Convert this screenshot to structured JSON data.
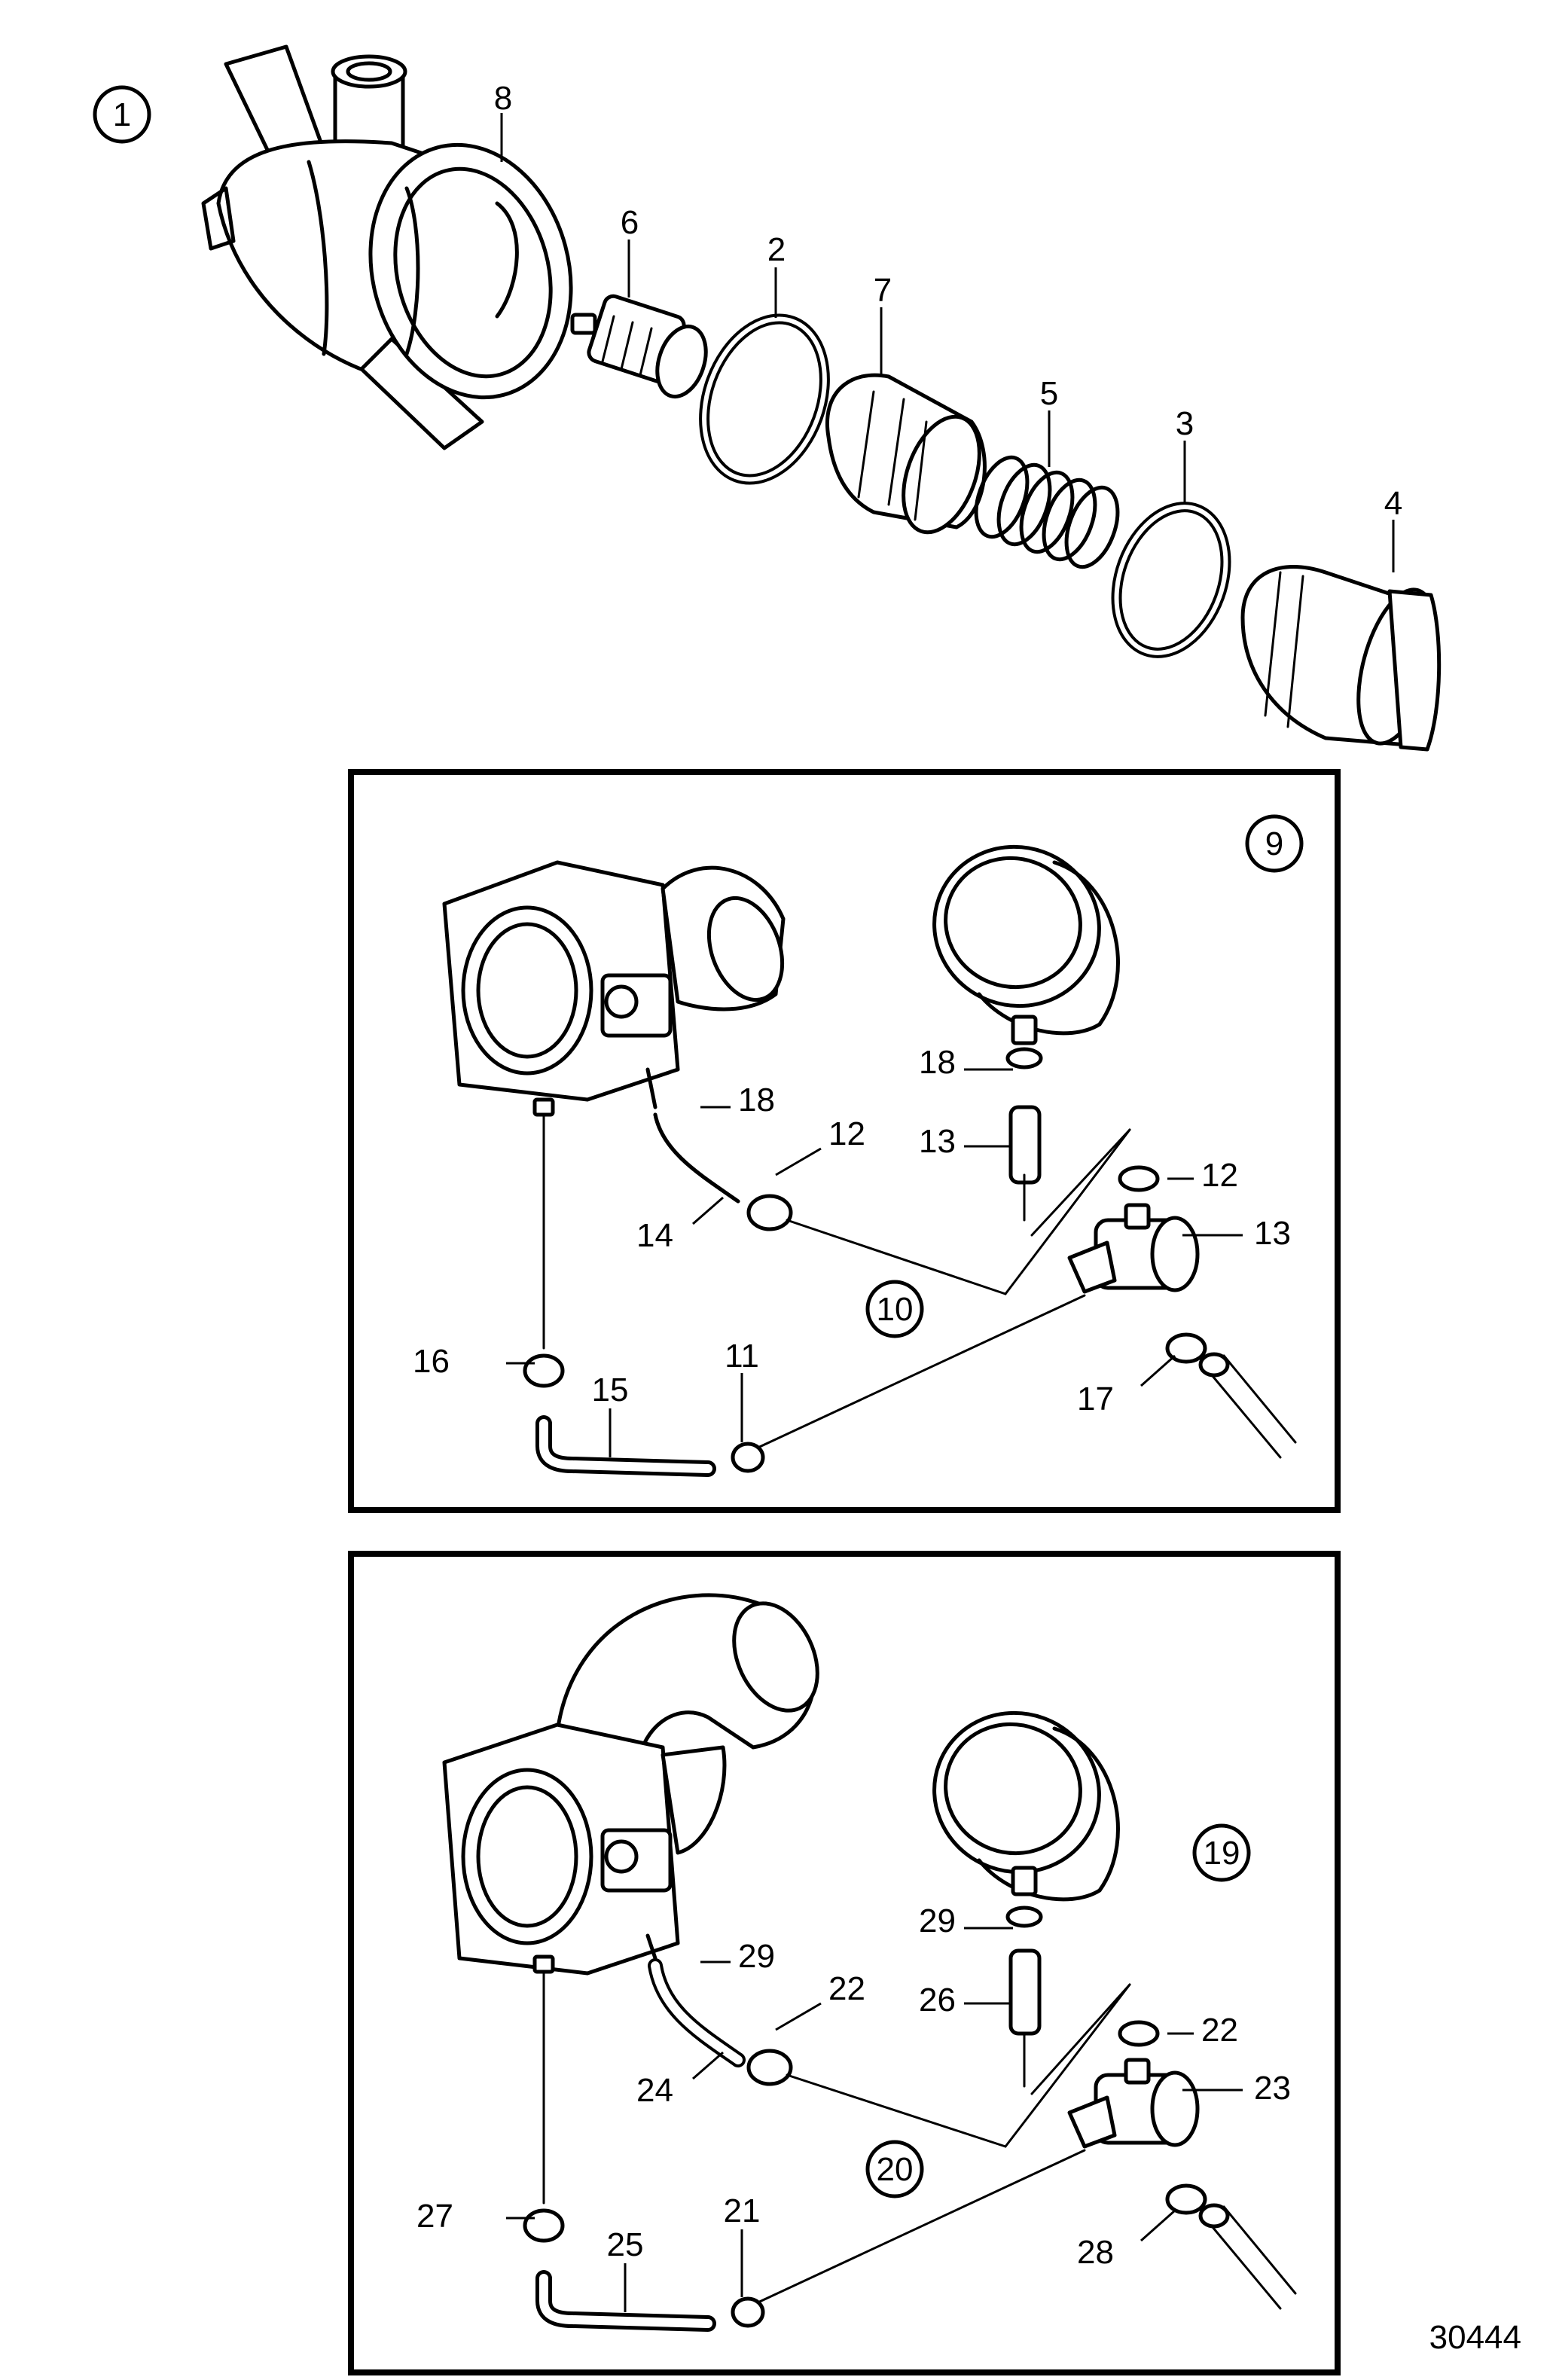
{
  "drawing_number": "30444",
  "callouts": {
    "c1": "1",
    "c2": "2",
    "c3": "3",
    "c4": "4",
    "c5": "5",
    "c6": "6",
    "c7": "7",
    "c8": "8",
    "c9": "9",
    "c10": "10",
    "c11": "11",
    "c12a": "12",
    "c12b": "12",
    "c13a": "13",
    "c13b": "13",
    "c14": "14",
    "c15": "15",
    "c16": "16",
    "c17": "17",
    "c18a": "18",
    "c18b": "18",
    "c19": "19",
    "c20": "20",
    "c21": "21",
    "c22a": "22",
    "c22b": "22",
    "c23": "23",
    "c24": "24",
    "c25": "25",
    "c26": "26",
    "c27": "27",
    "c28": "28",
    "c29a": "29",
    "c29b": "29"
  }
}
